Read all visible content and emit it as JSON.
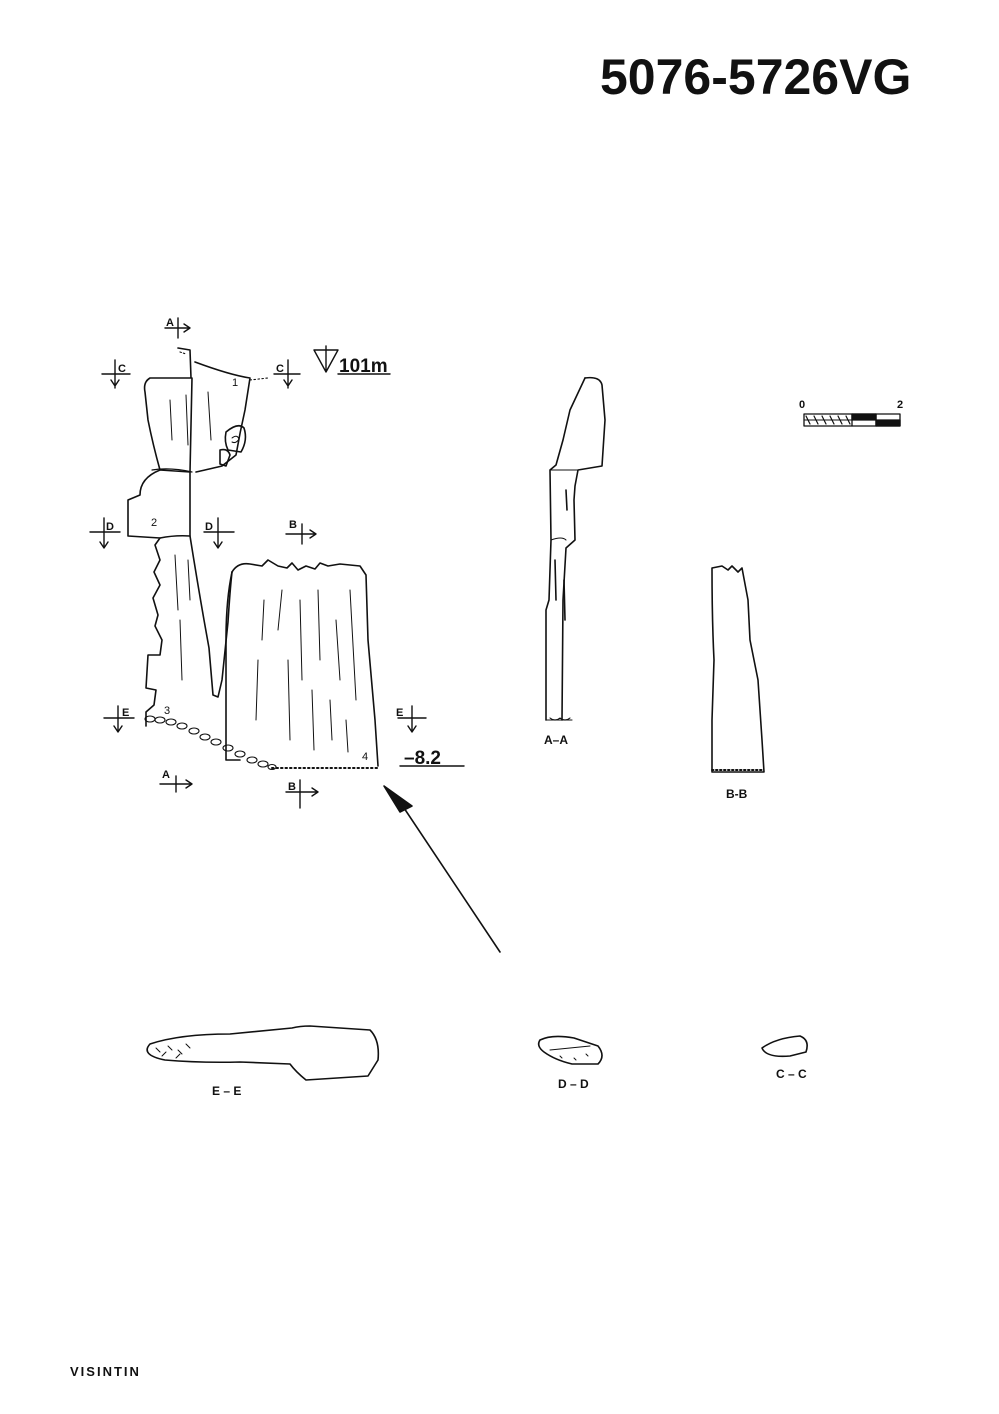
{
  "header": {
    "code": "5076-5726VG"
  },
  "footer": {
    "author": "VISINTIN"
  },
  "plan": {
    "entrance_elevation": "101m",
    "depth_label": "–8.2",
    "stations": [
      "1",
      "2",
      "3",
      "4"
    ],
    "markers": {
      "a": "A",
      "b": "B",
      "c": "C",
      "d": "D",
      "e": "E"
    }
  },
  "scale_bar": {
    "start": "0",
    "end": "2"
  },
  "sections": {
    "aa": "A–A",
    "bb": "B-B",
    "ee": "E – E",
    "dd": "D – D",
    "cc": "C – C"
  }
}
